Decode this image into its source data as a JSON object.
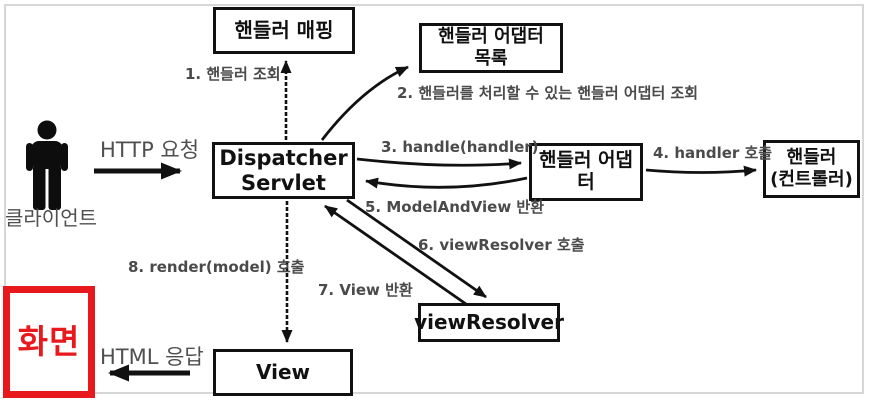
{
  "diagram": {
    "title": "Spring MVC DispatcherServlet request flow",
    "nodes": {
      "handler_mapping": "핸들러 매핑",
      "handler_adapter_list": "핸들러 어댑터\n목록",
      "dispatcher_servlet": "Dispatcher\nServlet",
      "handler_adapter": "핸들러 어댑터",
      "handler_controller": "핸들러\n(컨트롤러)",
      "view_resolver": "viewResolver",
      "view": "View",
      "screen": "화면",
      "client": "클라이언트"
    },
    "edges": {
      "http_request": "HTTP 요청",
      "html_response": "HTML 응답",
      "step1": "1. 핸들러 조회",
      "step2": "2. 핸들러를 처리할 수 있는 핸들러 어댑터 조회",
      "step3": "3. handle(handler)",
      "step4": "4. handler 호출",
      "step5": "5. ModelAndView 반환",
      "step6": "6. viewResolver 호출",
      "step7": "7. View 반환",
      "step8": "8. render(model) 호출"
    },
    "colors": {
      "screen_accent": "#e8191d",
      "arrow_black": "#111111",
      "label_gray": "#4a4a4a",
      "frame_gray": "#d7d7d7"
    }
  }
}
